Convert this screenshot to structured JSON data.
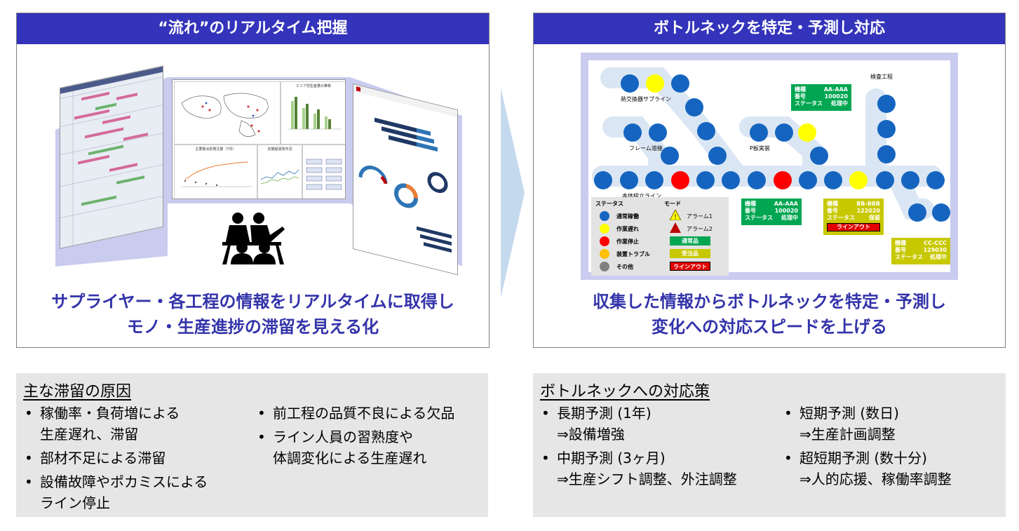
{
  "left_panel": {
    "header": "“流れ”のリアルタイム把握",
    "caption_line1": "サプライヤー・各工程の情報をリアルタイムに取得し",
    "caption_line2": "モノ・生産進捗の滞留を見える化",
    "screens": {
      "map_title": "エリア別生産量の推移",
      "line_chart_title": "主要拠点別発注量（7月）",
      "area_chart_title": "定期船運賃市況"
    }
  },
  "right_panel": {
    "header": "ボトルネックを特定・予測し対応",
    "caption_line1": "収集した情報からボトルネックを特定・予測し",
    "caption_line2": "変化への対応スピードを上げる",
    "line_labels": {
      "heat_exchanger": "熱交換器サプライン",
      "frame": "フレーム溶接",
      "pcb": "P板実装",
      "inspection": "検査工程",
      "main_assembly": "本体組立ライン"
    },
    "legend": {
      "status_title": "ステータス",
      "mode_title": "モード",
      "statuses": [
        "通常稼働",
        "作業遅れ",
        "作業停止",
        "装置トラブル",
        "その他"
      ],
      "modes": [
        "アラーム1",
        "アラーム2"
      ],
      "badges": [
        "通常品",
        "受注品",
        "ラインアウト"
      ]
    },
    "info_boxes": [
      {
        "k1": "機種",
        "v1": "AA-AAA",
        "k2": "番号",
        "v2": "100020",
        "k3": "ステータス",
        "v3": "処理中"
      },
      {
        "k1": "機種",
        "v1": "AA-AAA",
        "k2": "番号",
        "v2": "100020",
        "k3": "ステータス",
        "v3": "処理中"
      },
      {
        "k1": "機種",
        "v1": "BB-BBB",
        "k2": "番号",
        "v2": "122020",
        "k3": "ステータス",
        "v3": "保留",
        "badge": "ラインアウト"
      },
      {
        "k1": "機種",
        "v1": "CC-CCC",
        "k2": "番号",
        "v2": "129030",
        "k3": "ステータス",
        "v3": "処理中"
      }
    ],
    "colors": {
      "normal": "#1565c0",
      "delay": "#ffff00",
      "stop": "#ff0000",
      "trouble": "#ffc000",
      "other": "#7f7f7f",
      "green_box": "#00a651",
      "yellow_box": "#c8c800"
    }
  },
  "causes": {
    "title": "主な滞留の原因",
    "bullet": "•",
    "left": [
      {
        "l1": "稼働率・負荷増による",
        "l2": "生産遅れ、滞留"
      },
      {
        "l1": "部材不足による滞留",
        "l2": ""
      },
      {
        "l1": "設備故障やポカミスによる",
        "l2": "ライン停止"
      }
    ],
    "right": [
      {
        "l1": "前工程の品質不良による欠品",
        "l2": ""
      },
      {
        "l1": "ライン人員の習熟度や",
        "l2": "体調変化による生産遅れ"
      }
    ]
  },
  "measures": {
    "title": "ボトルネックへの対応策",
    "bullet": "•",
    "left": [
      {
        "l1": "長期予測 (1年)",
        "l2": "⇒設備増強"
      },
      {
        "l1": "中期予測 (3ヶ月)",
        "l2": "⇒生産シフト調整、外注調整"
      }
    ],
    "right": [
      {
        "l1": "短期予測 (数日)",
        "l2": "⇒生産計画調整"
      },
      {
        "l1": "超短期予測 (数十分)",
        "l2": "⇒人的応援、稼働率調整"
      }
    ]
  }
}
